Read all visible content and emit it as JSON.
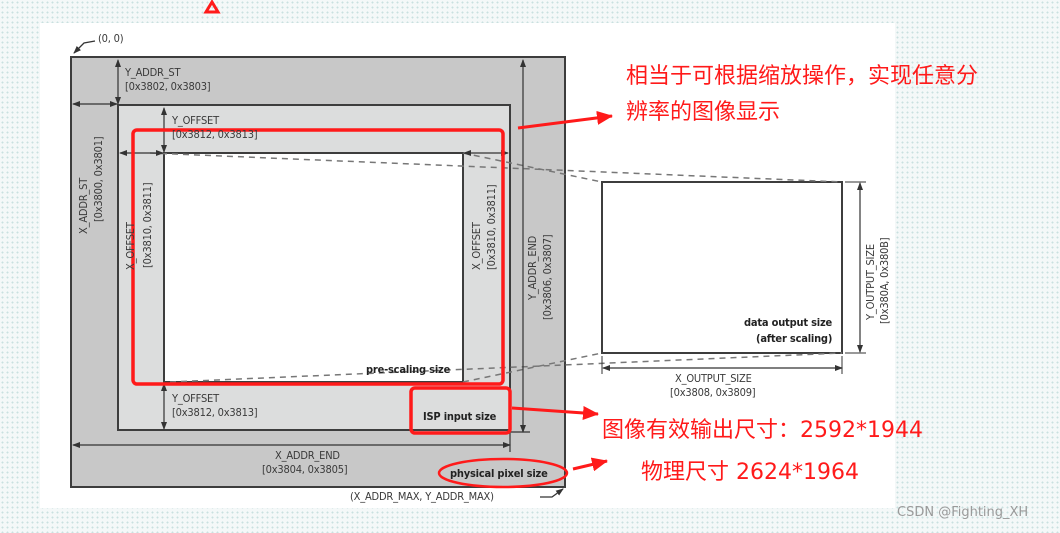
{
  "diagram": {
    "origin_label": "(0, 0)",
    "end_label": "(X_ADDR_MAX, Y_ADDR_MAX)",
    "y_addr_st": {
      "name": "Y_ADDR_ST",
      "regs": "[0x3802, 0x3803]"
    },
    "x_addr_st": {
      "name": "X_ADDR_ST",
      "regs": "[0x3800, 0x3801]"
    },
    "y_offset_top": {
      "name": "Y_OFFSET",
      "regs": "[0x3812, 0x3813]"
    },
    "y_offset_bottom": {
      "name": "Y_OFFSET",
      "regs": "[0x3812, 0x3813]"
    },
    "x_offset_left": {
      "name": "X_OFFSET",
      "regs": "[0x3810, 0x3811]"
    },
    "x_offset_right": {
      "name": "X_OFFSET",
      "regs": "[0x3810, 0x3811]"
    },
    "y_addr_end": {
      "name": "Y_ADDR_END",
      "regs": "[0x3806, 0x3807]"
    },
    "x_addr_end": {
      "name": "X_ADDR_END",
      "regs": "[0x3804, 0x3805]"
    },
    "x_output_size": {
      "name": "X_OUTPUT_SIZE",
      "regs": "[0x3808, 0x3809]"
    },
    "y_output_size": {
      "name": "Y_OUTPUT_SIZE",
      "regs": "[0x380A, 0x380B]"
    },
    "pre_scaling_label": "pre-scaling size",
    "isp_input_label": "ISP input size",
    "physical_label": "physical pixel size",
    "output_label_line1": "data output size",
    "output_label_line2": "(after scaling)"
  },
  "annotations": {
    "scaling_note_line1": "相当于可根据缩放操作，实现任意分",
    "scaling_note_line2": "辨率的图像显示",
    "effective_output": "图像有效输出尺寸：2592*1944",
    "physical_size": "物理尺寸 2624*1964"
  },
  "colors": {
    "annotation_red": "#ff1a1a",
    "outer_gray": "#c8c8c8",
    "inner_gray": "#dcdddd",
    "border": "#3d3d3d"
  },
  "watermark": "CSDN @Fighting_XH"
}
